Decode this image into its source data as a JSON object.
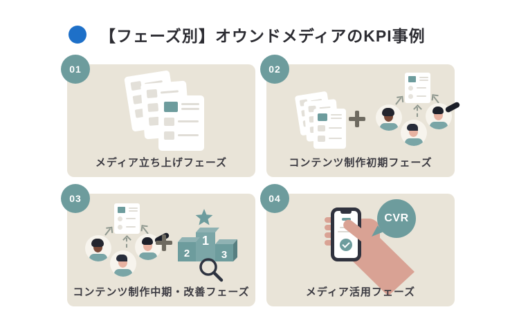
{
  "header": {
    "title": "【フェーズ別】オウンドメディアのKPI事例"
  },
  "cards": [
    {
      "number": "01",
      "label": "メディア立ち上げフェーズ"
    },
    {
      "number": "02",
      "label": "コンテンツ制作初期フェーズ"
    },
    {
      "number": "03",
      "label": "コンテンツ制作中期・改善フェーズ",
      "podium": {
        "first": "1",
        "second": "2",
        "third": "3"
      }
    },
    {
      "number": "04",
      "label": "メディア活用フェーズ",
      "bubble_label": "CVR"
    }
  ],
  "icons": [
    "bullet-dot-icon",
    "document-stack-icon",
    "plus-icon",
    "writers-group-icon",
    "up-arrow-icon",
    "star-icon",
    "ranking-podium-icon",
    "magnifier-icon",
    "smartphone-icon",
    "hand-icon",
    "cvr-speech-bubble",
    "check-circle-icon"
  ],
  "colors": {
    "accent_blue": "#1e70c8",
    "teal": "#6d9c9d",
    "card_background": "#e9e4d8",
    "text_dark": "#3a3940",
    "hand_skin": "#d9a294",
    "phone_frame": "#30323e"
  }
}
